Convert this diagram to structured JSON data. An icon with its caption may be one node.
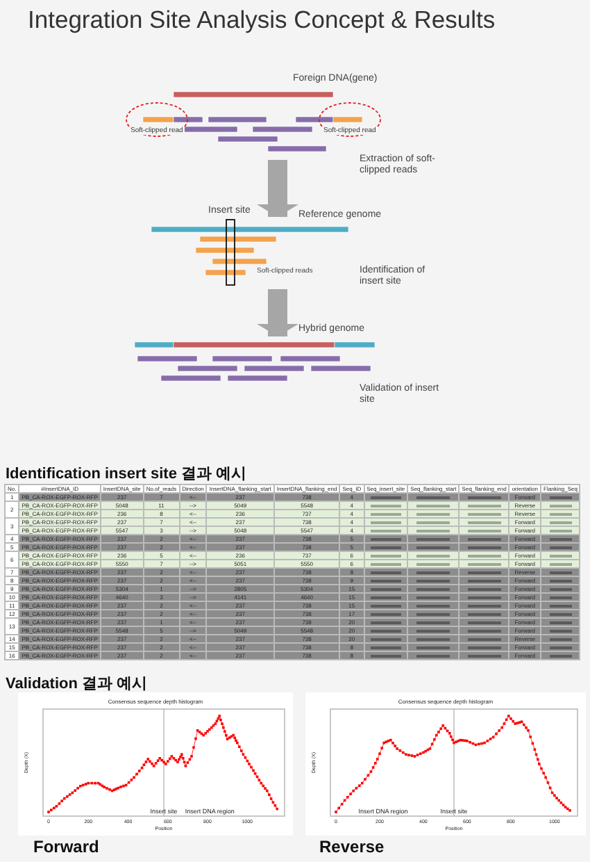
{
  "diagram": {
    "title": "Integration Site Analysis Concept & Results",
    "nodes": [
      {
        "text": [],
        "shape": "picture"
      },
      {
        "text": [
          "Soft-clipped read"
        ]
      },
      {
        "text": [
          "Soft-clipped read"
        ]
      },
      {
        "text": [],
        "shape": "picture",
        "beside": [
          "Insert site"
        ]
      },
      {
        "text": [],
        "shape": "picture"
      }
    ],
    "edges": [
      {
        "from": 0,
        "to": 3,
        "arrow": "to"
      },
      {
        "from": 3,
        "to": 4,
        "arrow": "to"
      }
    ],
    "labels": [
      "Foreign DNA(gene)",
      "Extraction of soft-clipped reads",
      "Reference genome",
      "Soft-clipped reads",
      "Identification of insert site",
      "Hybrid genome",
      "Validation of insert site",
      "Identification insert site 결과 예시",
      "No.",
      "#InsertDNA_ID",
      "InsertDNA_site",
      "No.of_reads",
      "Direction",
      "InsertDNA_flanking_start",
      "InsertDNA_flanking_end",
      "Seq_ID",
      "Seq_insert_site",
      "Seq_flanking_start",
      "Seq_flanking_end",
      "orientation",
      "Flanking_Seq",
      "1",
      "PB_CA-ROX-EGFP-ROX-RFP",
      "237",
      "7",
      "<--",
      "237",
      "738",
      "4",
      "Forward",
      "2",
      "PB_CA-ROX-EGFP-ROX-RFP",
      "5048",
      "11",
      "-->",
      "5049",
      "5548",
      "4",
      "Reverse",
      "PB_CA-ROX-EGFP-ROX-RFP",
      "236",
      "8",
      "<--",
      "236",
      "737",
      "4",
      "Reverse",
      "3",
      "PB_CA-ROX-EGFP-ROX-RFP",
      "237",
      "7",
      "<--",
      "237",
      "738",
      "4",
      "Forward",
      "PB_CA-ROX-EGFP-ROX-RFP",
      "5547",
      "3",
      "-->",
      "5048",
      "5547",
      "4",
      "Forward",
      "4",
      "PB_CA-ROX-EGFP-ROX-RFP",
      "237",
      "2",
      "<--",
      "237",
      "738",
      "5",
      "Forward",
      "5",
      "PB_CA-ROX-EGFP-ROX-RFP",
      "237",
      "2",
      "<--",
      "237",
      "738",
      "5",
      "Forward",
      "6",
      "PB_CA-ROX-EGFP-ROX-RFP",
      "236",
      "5",
      "<--",
      "236",
      "737",
      "6",
      "Forward",
      "PB_CA-ROX-EGFP-ROX-RFP",
      "5550",
      "7",
      "-->",
      "5051",
      "5550",
      "6",
      "Forward",
      "7",
      "PB_CA-ROX-EGFP-ROX-RFP",
      "237",
      "2",
      "<--",
      "237",
      "738",
      "8",
      "Reverse",
      "8",
      "PB_CA-ROX-EGFP-ROX-RFP",
      "237",
      "2",
      "<--",
      "237",
      "738",
      "9",
      "Forward",
      "9",
      "PB_CA-ROX-EGFP-ROX-RFP",
      "5304",
      "1",
      "-->",
      "2805",
      "5304",
      "15",
      "Forward",
      "10",
      "PB_CA-ROX-EGFP-ROX-RFP",
      "4640",
      "3",
      "-->",
      "4141",
      "4640",
      "15",
      "Forward",
      "11",
      "PB_CA-ROX-EGFP-ROX-RFP",
      "237",
      "2",
      "<--",
      "237",
      "738",
      "15",
      "Forward",
      "12",
      "PB_CA-ROX-EGFP-ROX-RFP",
      "237",
      "2",
      "<--",
      "237",
      "738",
      "17",
      "Forward",
      "13",
      "PB_CA-ROX-EGFP-ROX-RFP",
      "237",
      "1",
      "<--",
      "237",
      "738",
      "20",
      "Forward",
      "PB_CA-ROX-EGFP-ROX-RFP",
      "5548",
      "5",
      "-->",
      "5049",
      "5548",
      "20",
      "Forward",
      "14",
      "PB_CA-ROX-EGFP-ROX-RFP",
      "237",
      "2",
      "<--",
      "237",
      "738",
      "20",
      "Reverse",
      "15",
      "PB_CA-ROX-EGFP-ROX-RFP",
      "237",
      "2",
      "<--",
      "237",
      "738",
      "8",
      "Forward",
      "16",
      "PB_CA-ROX-EGFP-ROX-RFP",
      "237",
      "2",
      "<--",
      "237",
      "738",
      "8",
      "Forward",
      "Validation 결과 예시",
      "Consensus sequence depth histogram",
      "Depth (X)",
      "0",
      "200",
      "400",
      "600",
      "800",
      "1000",
      "Insert site",
      "Insert DNA region",
      "Position",
      "Forward",
      "Consensus sequence depth histogram",
      "Depth (X)",
      "0",
      "200",
      "400",
      "600",
      "800",
      "1000",
      "Insert DNA region",
      "Insert site",
      "Position",
      "Reverse"
    ]
  }
}
